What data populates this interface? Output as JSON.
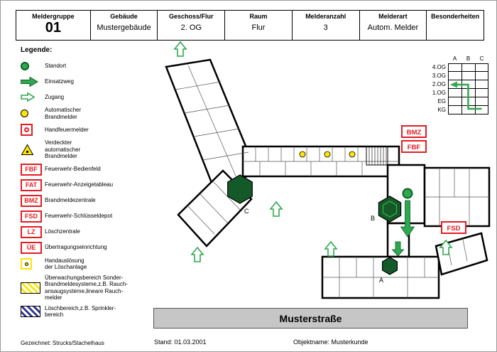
{
  "header": {
    "cells": [
      {
        "label": "Meldergruppe",
        "value": "01"
      },
      {
        "label": "Gebäude",
        "value": "Mustergebäude"
      },
      {
        "label": "Geschoss/Flur",
        "value": "2. OG"
      },
      {
        "label": "Raum",
        "value": "Flur"
      },
      {
        "label": "Melderanzahl",
        "value": "3"
      },
      {
        "label": "Melderart",
        "value": "Autom. Melder"
      },
      {
        "label": "Besonderheiten",
        "value": ""
      }
    ]
  },
  "legend": {
    "title": "Legende:",
    "items": [
      {
        "label": "Standort"
      },
      {
        "label": "Einsatzweg"
      },
      {
        "label": "Zugang"
      },
      {
        "label": "Automatischer\nBrandmelder"
      },
      {
        "label": "Handfeuermelder"
      },
      {
        "label": "Verdeckter\nautomatischer\nBrandmelder"
      },
      {
        "abbr": "FBF",
        "label": "Feuerwehr-Bedienfeld"
      },
      {
        "abbr": "FAT",
        "label": "Feuerwehr-Anzeigetableau"
      },
      {
        "abbr": "BMZ",
        "label": "Brandmeldezentrale"
      },
      {
        "abbr": "FSD",
        "label": "Feuerwehr-Schlüsseldepot"
      },
      {
        "abbr": "LZ",
        "label": "Löschzentrale"
      },
      {
        "abbr": "ÜE",
        "label": "Übertragungseinrichtung"
      },
      {
        "label": "Handauslösung\nder Löschanlage"
      },
      {
        "label": "Überwachungsbereich Sonder-\nBrandmeldesysteme,z.B. Rauch-\nansaugsysteme,lineare Rauch-\nmelder"
      },
      {
        "label": "Löschbereich,z.B. Sprinkler-\nbereich"
      }
    ]
  },
  "floor_table": {
    "col_headers": [
      "A",
      "B",
      "C"
    ],
    "rows": [
      "4.OG",
      "3.OG",
      "2.OG",
      "1.OG",
      "EG",
      "KG"
    ]
  },
  "plan": {
    "stairwells": {
      "a": "A",
      "b": "B",
      "c": "C"
    },
    "labels": {
      "bmz": "BMZ",
      "fbf": "FBF",
      "fsd": "FSD"
    },
    "street_name": "Musterstraße"
  },
  "footer": {
    "drawn_by": "Gezeichnet: Strucks/Stachelhaus",
    "date": "Stand: 01.03.2001",
    "object_name": "Objektname: Musterkunde"
  },
  "colors": {
    "green": "#2fa84f",
    "dark_green": "#145a28",
    "red": "#e51c23",
    "yellow": "#ffe500",
    "blue": "#2e3192",
    "gray_bar": "#c6c6c6"
  }
}
